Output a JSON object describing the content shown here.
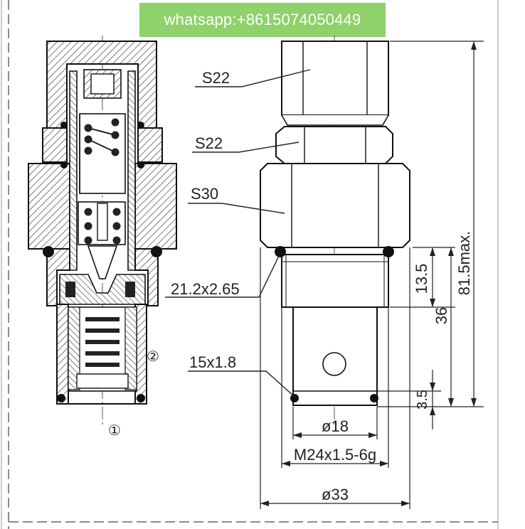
{
  "banner": {
    "text": "whatsapp:+8615074050449",
    "color": "#8fd16a"
  },
  "labels": {
    "hex_top": "S22",
    "hex_mid": "S22",
    "hex_body": "S30",
    "oring_top": "21.2x2.65",
    "oring_bottom": "15x1.8",
    "port_1": "①",
    "port_2": "②"
  },
  "dimensions": {
    "thread_len": "13.5",
    "overall": "81.5max.",
    "body_len": "36",
    "tip_len": "3.5",
    "dia_bore": "ø18",
    "thread": "M24x1.5-6g",
    "dia_body": "ø33"
  }
}
